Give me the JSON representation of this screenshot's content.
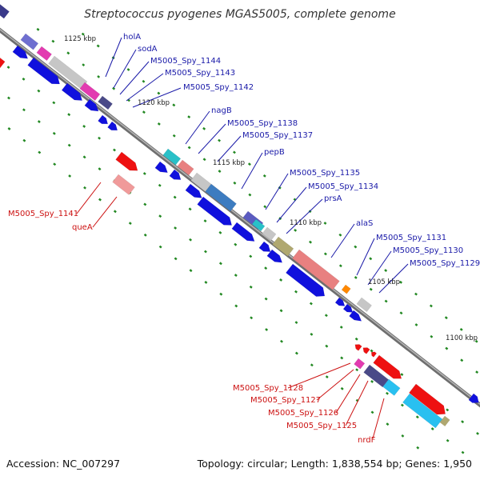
{
  "title": "Streptococcus pyogenes MGAS5005, complete genome",
  "footer": {
    "accession": "Accession: NC_007297",
    "summary": "Topology: circular; Length: 1,838,554 bp; Genes: 1,950"
  },
  "colors": {
    "backbone": "#888888",
    "forward_label": "#1a1aa8",
    "reverse_label": "#cc1111",
    "cds_blue": "#1010dd",
    "red": "#ee1111",
    "tick_green": "#228822"
  },
  "scale_labels": [
    "1125 kbp",
    "1120 kbp",
    "1115 kbp",
    "1110 kbp",
    "1105 kbp",
    "1100 kbp"
  ],
  "forward_labels": [
    {
      "text": "holA"
    },
    {
      "text": "sodA"
    },
    {
      "text": "M5005_Spy_1144"
    },
    {
      "text": "M5005_Spy_1143"
    },
    {
      "text": "M5005_Spy_1142"
    },
    {
      "text": "nagB"
    },
    {
      "text": "M5005_Spy_1138"
    },
    {
      "text": "M5005_Spy_1137"
    },
    {
      "text": "pepB"
    },
    {
      "text": "M5005_Spy_1135"
    },
    {
      "text": "M5005_Spy_1134"
    },
    {
      "text": "prsA"
    },
    {
      "text": "alaS"
    },
    {
      "text": "M5005_Spy_1131"
    },
    {
      "text": "M5005_Spy_1130"
    },
    {
      "text": "M5005_Spy_1129"
    }
  ],
  "reverse_labels": [
    {
      "text": "M5005_Spy_1141"
    },
    {
      "text": "queA"
    },
    {
      "text": "M5005_Spy_1128"
    },
    {
      "text": "M5005_Spy_1127"
    },
    {
      "text": "M5005_Spy_1126"
    },
    {
      "text": "M5005_Spy_1125"
    },
    {
      "text": "nrdF"
    }
  ]
}
